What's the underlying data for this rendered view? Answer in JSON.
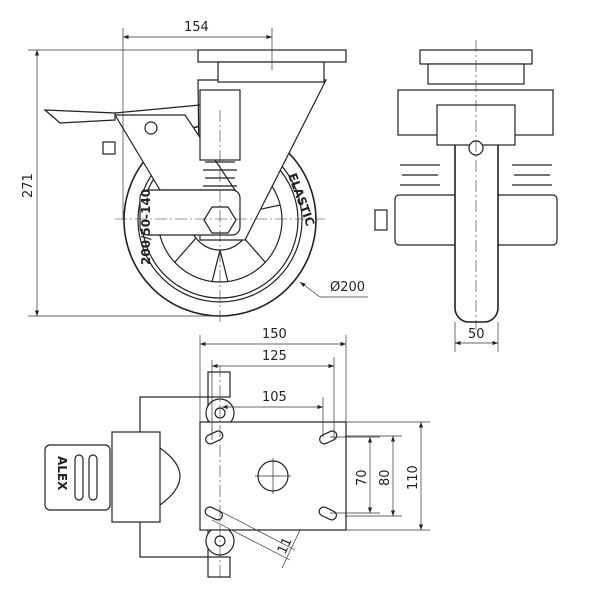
{
  "side_view": {
    "dim_offset": "154",
    "dim_height": "271",
    "dim_wheel_diameter": "Ø200",
    "wheel_text_brand": "ELASTIC",
    "wheel_text_size": "200/50-140"
  },
  "front_view": {
    "dim_wheel_width": "50"
  },
  "bottom_view": {
    "dim_plate_length": "150",
    "dim_hole_spacing_long": "125",
    "dim_hole_spacing_short": "105",
    "dim_hole_spacing_70": "70",
    "dim_hole_spacing_80": "80",
    "dim_plate_width": "110",
    "dim_slot_width": "11",
    "brake_logo": "ALEX"
  }
}
